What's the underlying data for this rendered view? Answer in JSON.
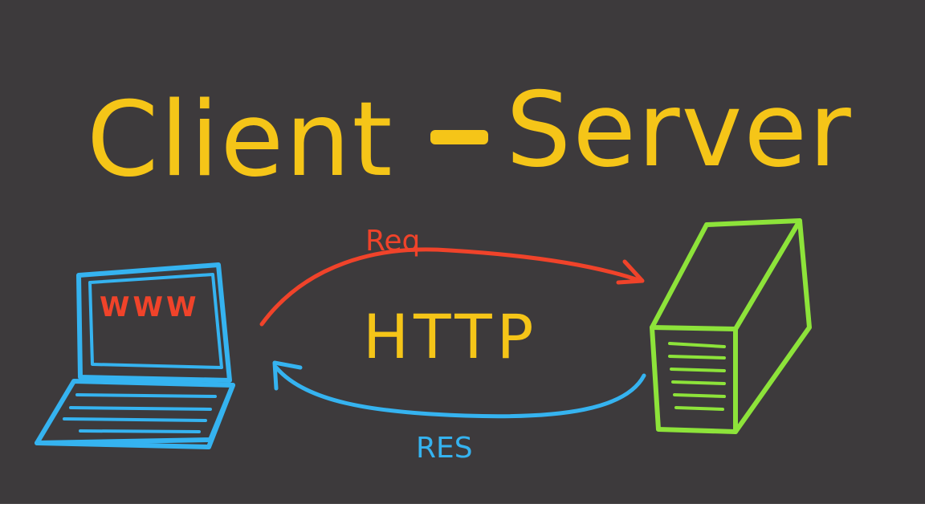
{
  "title": {
    "left": "Client",
    "dash": "-",
    "right": "Server"
  },
  "labels": {
    "request": "Req",
    "protocol": "HTTP",
    "response": "RES",
    "screen": "WWW"
  },
  "colors": {
    "background": "#3d3a3c",
    "title": "#f5c518",
    "request": "#f0432a",
    "response": "#35b3f0",
    "client": "#35b3f0",
    "server": "#8de33a",
    "protocol": "#f5c518"
  },
  "icons": {
    "client": "laptop-icon",
    "server": "server-icon"
  }
}
